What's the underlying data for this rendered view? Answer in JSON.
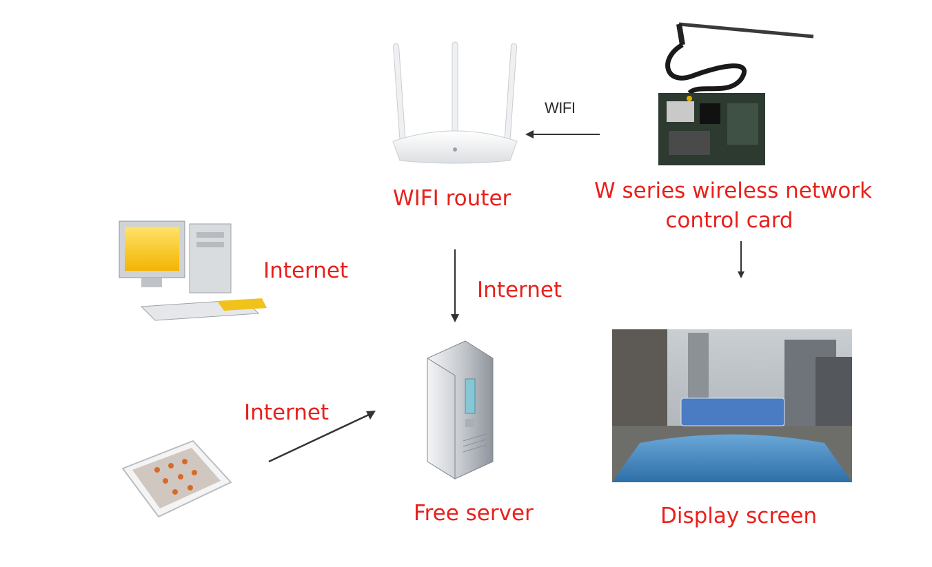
{
  "labels": {
    "wifi_router": "WIFI router",
    "card_line1": "W series wireless network",
    "card_line2": "control card",
    "internet_pc": "Internet",
    "internet_router": "Internet",
    "internet_tablet": "Internet",
    "free_server": "Free server",
    "display_screen": "Display screen",
    "wifi": "WIFI"
  },
  "icons": {
    "router": "wifi-router-icon",
    "card": "wireless-control-card-icon",
    "pc": "desktop-computer-icon",
    "tablet": "tablet-icon",
    "server": "server-tower-icon",
    "screen": "display-screen-photo"
  },
  "colors": {
    "label": "#e8201c",
    "arrow": "#333333"
  }
}
